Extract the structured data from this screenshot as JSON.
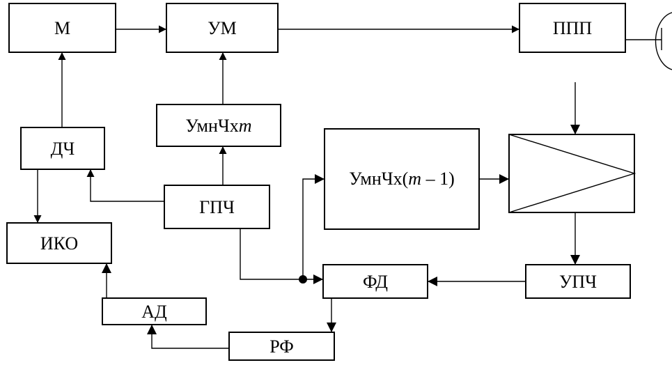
{
  "blocks": {
    "m": "М",
    "um": "УМ",
    "ppp": "ППП",
    "dch": "ДЧ",
    "umnch_m": {
      "prefix": "УмнЧх",
      "var": "m"
    },
    "gpch": "ГПЧ",
    "iko": "ИКО",
    "ad": "АД",
    "rf": "РФ",
    "umnch_m1": {
      "prefix": "УмнЧх(",
      "var": "m",
      "suffix": " – 1)"
    },
    "fd": "ФД",
    "upch": "УПЧ"
  },
  "mixer_symbol": "triangle-mixer-icon",
  "antenna_symbol": "antenna-icon"
}
